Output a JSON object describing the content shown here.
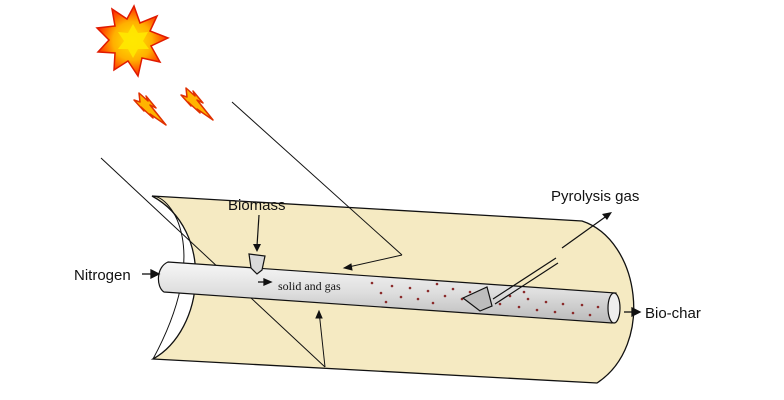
{
  "labels": {
    "biomass": "Biomass",
    "pyrolysis_gas": "Pyrolysis gas",
    "nitrogen": "Nitrogen",
    "solid_and_gas": "solid and gas",
    "bio_char": "Bio-char"
  },
  "icons": {
    "sun": "sun-icon",
    "lightning": "lightning-icon"
  },
  "colors": {
    "collector_fill": "#f5eac2",
    "tube_fill": "#e6e6e6",
    "sun_outer": "#ff2a00",
    "sun_inner": "#ffd200",
    "bolt_fill": "#ffb400",
    "bolt_stroke": "#e03000"
  }
}
